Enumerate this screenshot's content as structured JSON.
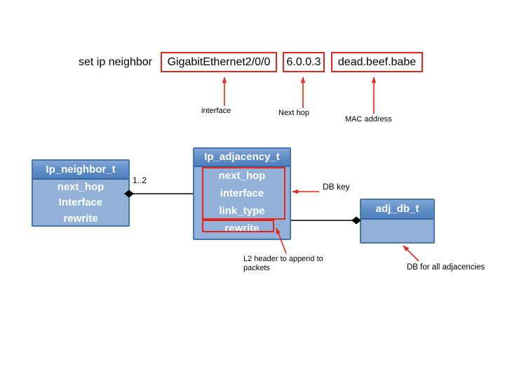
{
  "slide": {
    "command": {
      "prefix": "set ip neighbor",
      "args": [
        {
          "value": "GigabitEthernet2/0/0",
          "label": "interface"
        },
        {
          "value": "6.0.0.3",
          "label": "Next hop"
        },
        {
          "value": "dead.beef.babe",
          "label": "MAC address"
        }
      ]
    },
    "classes": [
      {
        "title": "Ip_neighbor_t",
        "fields": [
          "next_hop",
          "Interface",
          "rewrite"
        ]
      },
      {
        "title": "Ip_adjacency_t",
        "fields": [
          "next_hop",
          "interface",
          "link_type",
          "rewrite"
        ]
      },
      {
        "title": "adj_db_t",
        "fields": []
      }
    ],
    "relation": {
      "multiplicity": "1..2"
    },
    "annotations": {
      "db_key": "DB key",
      "l2_line1": "L2 header to append to",
      "l2_line2": "packets",
      "db_all": "DB for all adjacencies"
    },
    "colors": {
      "accent_red": "#e8231a",
      "class_header_blue": "#4e7fbd",
      "class_body_blue": "#92b1d8",
      "class_border_blue": "#4577ae",
      "connector_black": "#000000"
    }
  }
}
